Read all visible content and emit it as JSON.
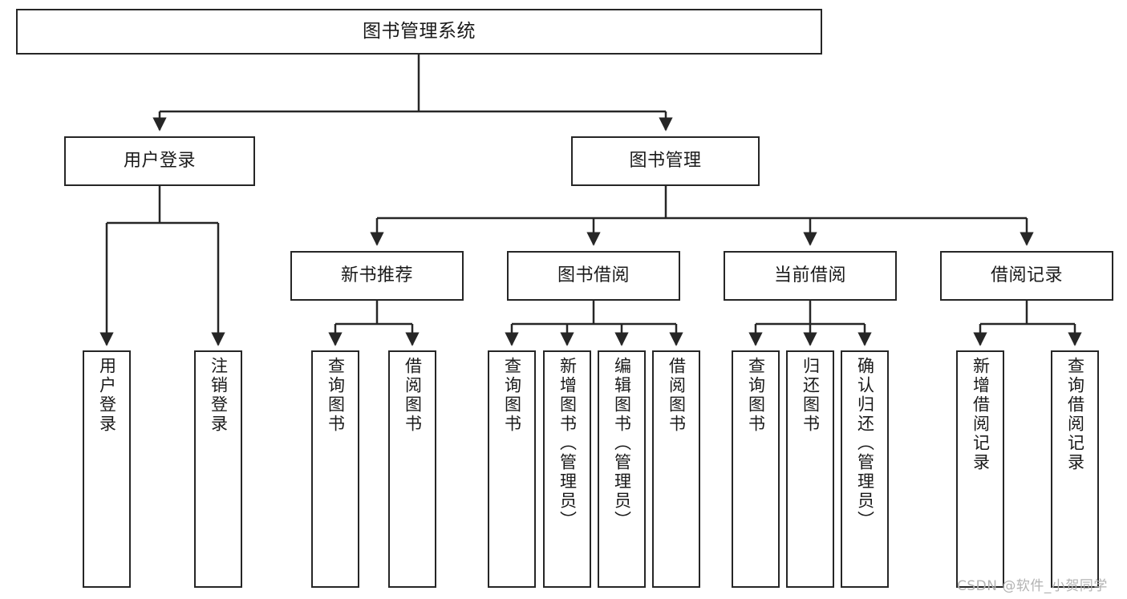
{
  "diagram": {
    "type": "tree-hierarchy",
    "title": "图书管理系统",
    "watermark": "CSDN @软件_小贺同学",
    "nodes": {
      "root": {
        "label": "图书管理系统"
      },
      "level2": [
        {
          "id": "user-login",
          "label": "用户登录"
        },
        {
          "id": "book-manage",
          "label": "图书管理"
        }
      ],
      "level3": [
        {
          "id": "new-book-recommend",
          "label": "新书推荐"
        },
        {
          "id": "book-borrow",
          "label": "图书借阅"
        },
        {
          "id": "current-borrow",
          "label": "当前借阅"
        },
        {
          "id": "borrow-record",
          "label": "借阅记录"
        }
      ],
      "leaves": {
        "user_login": [
          {
            "id": "leaf-user-login",
            "label": "用户登录"
          },
          {
            "id": "leaf-logout-login",
            "label": "注销登录"
          }
        ],
        "new_book_recommend": [
          {
            "id": "leaf-query-book-1",
            "label": "查询图书"
          },
          {
            "id": "leaf-borrow-book-1",
            "label": "借阅图书"
          }
        ],
        "book_borrow": [
          {
            "id": "leaf-query-book-2",
            "label": "查询图书"
          },
          {
            "id": "leaf-add-book",
            "label": "新增图书（管理员）"
          },
          {
            "id": "leaf-edit-book",
            "label": "编辑图书（管理员）"
          },
          {
            "id": "leaf-borrow-book-2",
            "label": "借阅图书"
          }
        ],
        "current_borrow": [
          {
            "id": "leaf-query-book-3",
            "label": "查询图书"
          },
          {
            "id": "leaf-return-book",
            "label": "归还图书"
          },
          {
            "id": "leaf-confirm-return",
            "label": "确认归还（管理员）"
          }
        ],
        "borrow_record": [
          {
            "id": "leaf-add-record",
            "label": "新增借阅记录"
          },
          {
            "id": "leaf-query-record",
            "label": "查询借阅记录"
          }
        ]
      }
    },
    "colors": {
      "stroke": "#262626",
      "background": "#ffffff",
      "text": "#1a1a1a",
      "watermark": "#b3b3b3"
    }
  }
}
